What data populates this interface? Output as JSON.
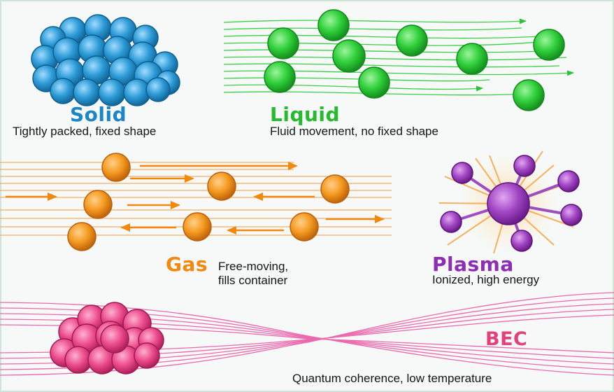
{
  "colors": {
    "solid": "#1d8bc9",
    "liquid": "#2bbf2b",
    "gas": "#f08a10",
    "plasma": "#8e2ab0",
    "bec": "#e4407a"
  },
  "states": {
    "solid": {
      "title": "Solid",
      "description": "Tightly packed, fixed shape"
    },
    "liquid": {
      "title": "Liquid",
      "description": "Fluid movement, no fixed shape"
    },
    "gas": {
      "title": "Gas",
      "description": "Free-moving,\nfills container"
    },
    "plasma": {
      "title": "Plasma",
      "description": "Ionized, high energy"
    },
    "bec": {
      "title": "BEC",
      "description": "Quantum coherence, low temperature"
    }
  }
}
